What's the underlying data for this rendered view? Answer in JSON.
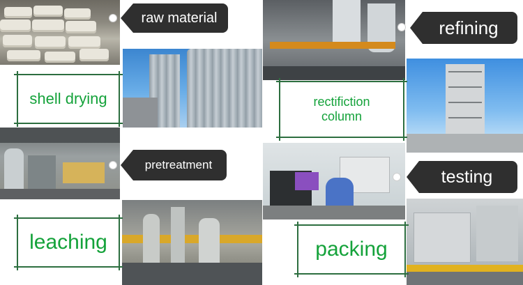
{
  "labels": {
    "raw_material": "raw material",
    "refining": "refining",
    "shell_drying": "shell drying",
    "rectifiction_column": "rectifiction column",
    "pretreatment": "pretreatment",
    "testing": "testing",
    "leaching": "leaching",
    "packing": "packing"
  },
  "colors": {
    "tag_background": "#2f2f2f",
    "tag_text": "#ffffff",
    "frame_text": "#14a23a",
    "frame_lines": "#2c6e3f"
  }
}
